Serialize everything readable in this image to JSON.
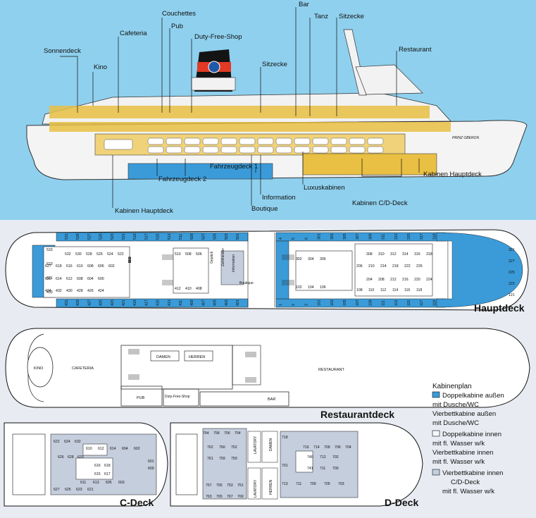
{
  "profile_callouts": [
    {
      "id": "sonnendeck",
      "text": "Sonnendeck"
    },
    {
      "id": "kino",
      "text": "Kino"
    },
    {
      "id": "cafeteria",
      "text": "Cafeteria"
    },
    {
      "id": "couchettes",
      "text": "Couchettes"
    },
    {
      "id": "pub",
      "text": "Pub"
    },
    {
      "id": "dutyfree",
      "text": "Duty-Free-Shop"
    },
    {
      "id": "sitzecke1",
      "text": "Sitzecke"
    },
    {
      "id": "bar",
      "text": "Bar"
    },
    {
      "id": "tanz",
      "text": "Tanz"
    },
    {
      "id": "sitzecke2",
      "text": "Sitzecke"
    },
    {
      "id": "restaurant",
      "text": "Restaurant"
    },
    {
      "id": "fahrzeugdeck1",
      "text": "Fahrzeugdeck 1"
    },
    {
      "id": "fahrzeugdeck2",
      "text": "Fahrzeugdeck 2"
    },
    {
      "id": "information",
      "text": "Information"
    },
    {
      "id": "boutique",
      "text": "Boutique"
    },
    {
      "id": "luxuskabinen",
      "text": "Luxuskabinen"
    },
    {
      "id": "kabinenhauptdeck_l",
      "text": "Kabinen Hauptdeck"
    },
    {
      "id": "kabinencd",
      "text": "Kabinen C/D-Deck"
    },
    {
      "id": "kabinenhauptdeck_r",
      "text": "Kabinen Hauptdeck"
    }
  ],
  "ship_name": "PRINZ OBERON",
  "decks": {
    "hauptdeck": "Hauptdeck",
    "restaurantdeck": "Restaurantdeck",
    "cdeck": "C-Deck",
    "ddeck": "D-Deck"
  },
  "hauptdeck": {
    "top_row_left": [
      "531",
      "529",
      "527",
      "525",
      "523",
      "521",
      "519",
      "517",
      "515",
      "513",
      "511",
      "509",
      "507",
      "505",
      "503",
      "501"
    ],
    "top_row_right": [
      "4",
      "5",
      "6",
      "301",
      "303",
      "305",
      "307",
      "309",
      "311",
      "313",
      "315",
      "317",
      "319"
    ],
    "bottom_row_left": [
      "431",
      "429",
      "427",
      "425",
      "423",
      "421",
      "419",
      "417",
      "415",
      "413",
      "411",
      "409",
      "407",
      "405",
      "403",
      "401"
    ],
    "bottom_row_right": [
      "1",
      "2",
      "3",
      "101",
      "103",
      "105",
      "107",
      "109",
      "111",
      "113",
      "115",
      "117",
      "119"
    ],
    "inner_left_1": [
      "532",
      "530",
      "528",
      "526",
      "524",
      "522"
    ],
    "inner_left_2": [
      "627",
      "618",
      "616",
      "610",
      "608",
      "606",
      "602"
    ],
    "inner_left_3": [
      "620",
      "614",
      "612",
      "608",
      "604",
      "600"
    ],
    "inner_left_4": [
      "434",
      "432",
      "430",
      "428",
      "426",
      "424"
    ],
    "center_top": [
      "510",
      "508",
      "506"
    ],
    "center_bottom": [
      "412",
      "410",
      "408"
    ],
    "bow_left": [
      "533",
      "623",
      "621",
      "433"
    ],
    "right_inner_1": [
      "302",
      "304",
      "306"
    ],
    "right_inner_2": [
      "102",
      "104",
      "106"
    ],
    "right_block_1": [
      "308",
      "310",
      "312",
      "314",
      "316",
      "318"
    ],
    "right_block_2": [
      "206",
      "210",
      "214",
      "218",
      "222",
      "226"
    ],
    "right_block_3": [
      "204",
      "208",
      "212",
      "216",
      "220",
      "224"
    ],
    "right_block_4": [
      "108",
      "110",
      "112",
      "114",
      "116",
      "118"
    ],
    "stern_right": [
      "321",
      "227",
      "225",
      "223",
      "121"
    ],
    "side_nums": [
      "520",
      "422",
      "502",
      "200",
      "300"
    ],
    "labels": {
      "gepaeck": "Gepäck",
      "zahlmeister": "Zahlmeister",
      "information": "Information",
      "boutique": "Boutique"
    }
  },
  "restaurantdeck": {
    "kino": "KINO",
    "cafeteria": "CAFETERIA",
    "damen": "DAMEN",
    "herren": "HERREN",
    "restaurant": "RESTAURANT",
    "pub": "PUB",
    "dutyfree": "Duty-Free-Shop",
    "bar": "BAR"
  },
  "cdeck": {
    "row_top": [
      "622",
      "624",
      "632"
    ],
    "row_a": [
      "610",
      "612",
      "614",
      "604",
      "602"
    ],
    "row_b": [
      "626",
      "628",
      "620"
    ],
    "row_c": [
      "616",
      "618"
    ],
    "row_d": [
      "615",
      "617"
    ],
    "row_e": [
      "611",
      "613",
      "605",
      "603"
    ],
    "row_bottom": [
      "627",
      "625",
      "623",
      "621"
    ],
    "stern": [
      "601",
      "600"
    ]
  },
  "ddeck": {
    "top": [
      "764",
      "758",
      "756",
      "754"
    ],
    "r1": [
      "762",
      "760",
      "752"
    ],
    "r2": [
      "761",
      "759",
      "750"
    ],
    "bottom": [
      "757",
      "755",
      "753",
      "751"
    ],
    "very_bottom": [
      "763",
      "765",
      "767",
      "769"
    ],
    "right_top": [
      "716",
      "714",
      "709",
      "706",
      "704"
    ],
    "right_mid1": [
      "740",
      "712",
      "702"
    ],
    "right_mid2": [
      "741",
      "711",
      "700"
    ],
    "right_bottom": [
      "713",
      "711",
      "709",
      "705",
      "703"
    ],
    "right_side": [
      "718",
      "701"
    ],
    "labels": {
      "lavatory_top": "LAVATORY",
      "damen": "DAMEN",
      "lavatory_bot": "LAVATORY",
      "herren": "HERREN"
    }
  },
  "legend": {
    "title": "Kabinenplan",
    "items": [
      {
        "lines": [
          "Doppelkabine außen",
          "mit Dusche/WC",
          "Vierbettkabine außen",
          "mit Dusche/WC"
        ],
        "color": "#3a9bd8"
      },
      {
        "lines": [
          "Doppelkabine innen",
          "mit fl. Wasser w/k",
          "Vierbettkabine innen",
          "mit fl. Wasser w/k"
        ],
        "color": "#f4f6fa"
      },
      {
        "lines": [
          "Vierbettkabine innen",
          "C/D-Deck",
          "mit fl. Wasser w/k"
        ],
        "color": "#c5cedd"
      }
    ]
  },
  "colors": {
    "sky": "#8fd0ee",
    "hull": "#f4f4f4",
    "funnel_black": "#141414",
    "funnel_red": "#e23a25",
    "cabin_blue": "#3a9bd8",
    "cabin_grey": "#c5cedd",
    "deck_yellow": "#e9c043"
  }
}
